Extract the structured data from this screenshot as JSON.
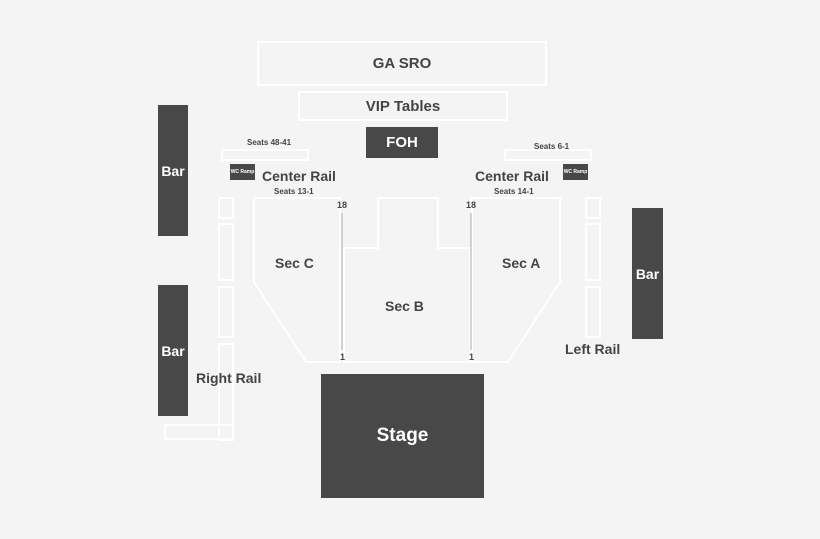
{
  "zones": {
    "ga_sro": "GA SRO",
    "vip_tables": "VIP Tables",
    "foh": "FOH",
    "bar": "Bar",
    "stage": "Stage",
    "sec_a": "Sec A",
    "sec_b": "Sec B",
    "sec_c": "Sec C"
  },
  "rails": {
    "center_rail": "Center Rail",
    "right_rail": "Right Rail",
    "left_rail": "Left Rail"
  },
  "seat_labels": {
    "seats_48_41": "Seats 48-41",
    "seats_6_1": "Seats 6-1",
    "seats_13_1": "Seats 13-1",
    "seats_14_1": "Seats 14-1"
  },
  "wc_ramp": "WC Ramp",
  "row_numbers": {
    "top": "18",
    "bottom": "1"
  },
  "colors": {
    "background": "#f4f4f4",
    "dark_fill": "#484848",
    "outline": "#ffffff",
    "text": "#444444"
  }
}
